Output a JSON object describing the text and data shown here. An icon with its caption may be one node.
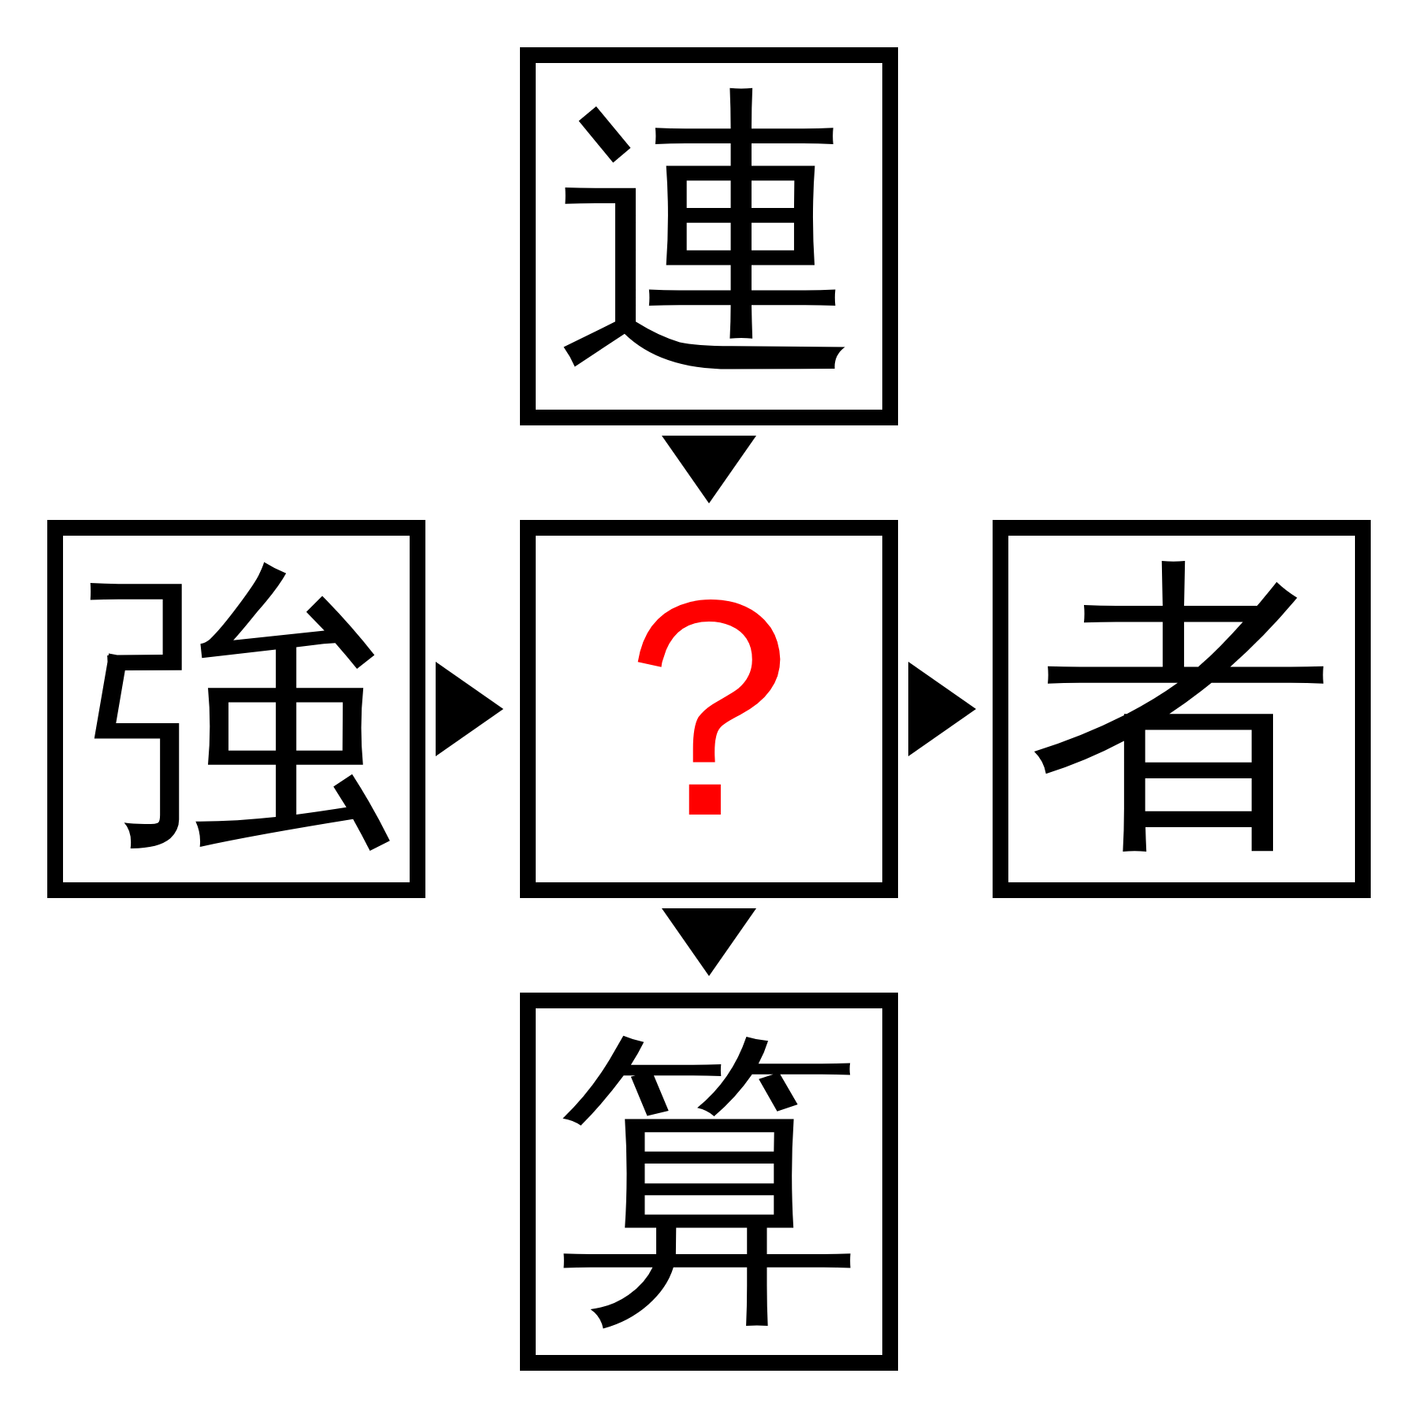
{
  "diagram": {
    "nodes": [
      {
        "text": [
          "連"
        ]
      },
      {
        "text": [
          "強"
        ]
      },
      {
        "text": [
          "？"
        ]
      },
      {
        "text": [
          "者"
        ]
      },
      {
        "text": [
          "算"
        ]
      }
    ],
    "edges": [
      {
        "from": 0,
        "to": 2,
        "arrow": "to"
      },
      {
        "from": 1,
        "to": 2,
        "arrow": "to"
      },
      {
        "from": 2,
        "to": 3,
        "arrow": "to"
      },
      {
        "from": 2,
        "to": 4,
        "arrow": "to"
      }
    ]
  }
}
